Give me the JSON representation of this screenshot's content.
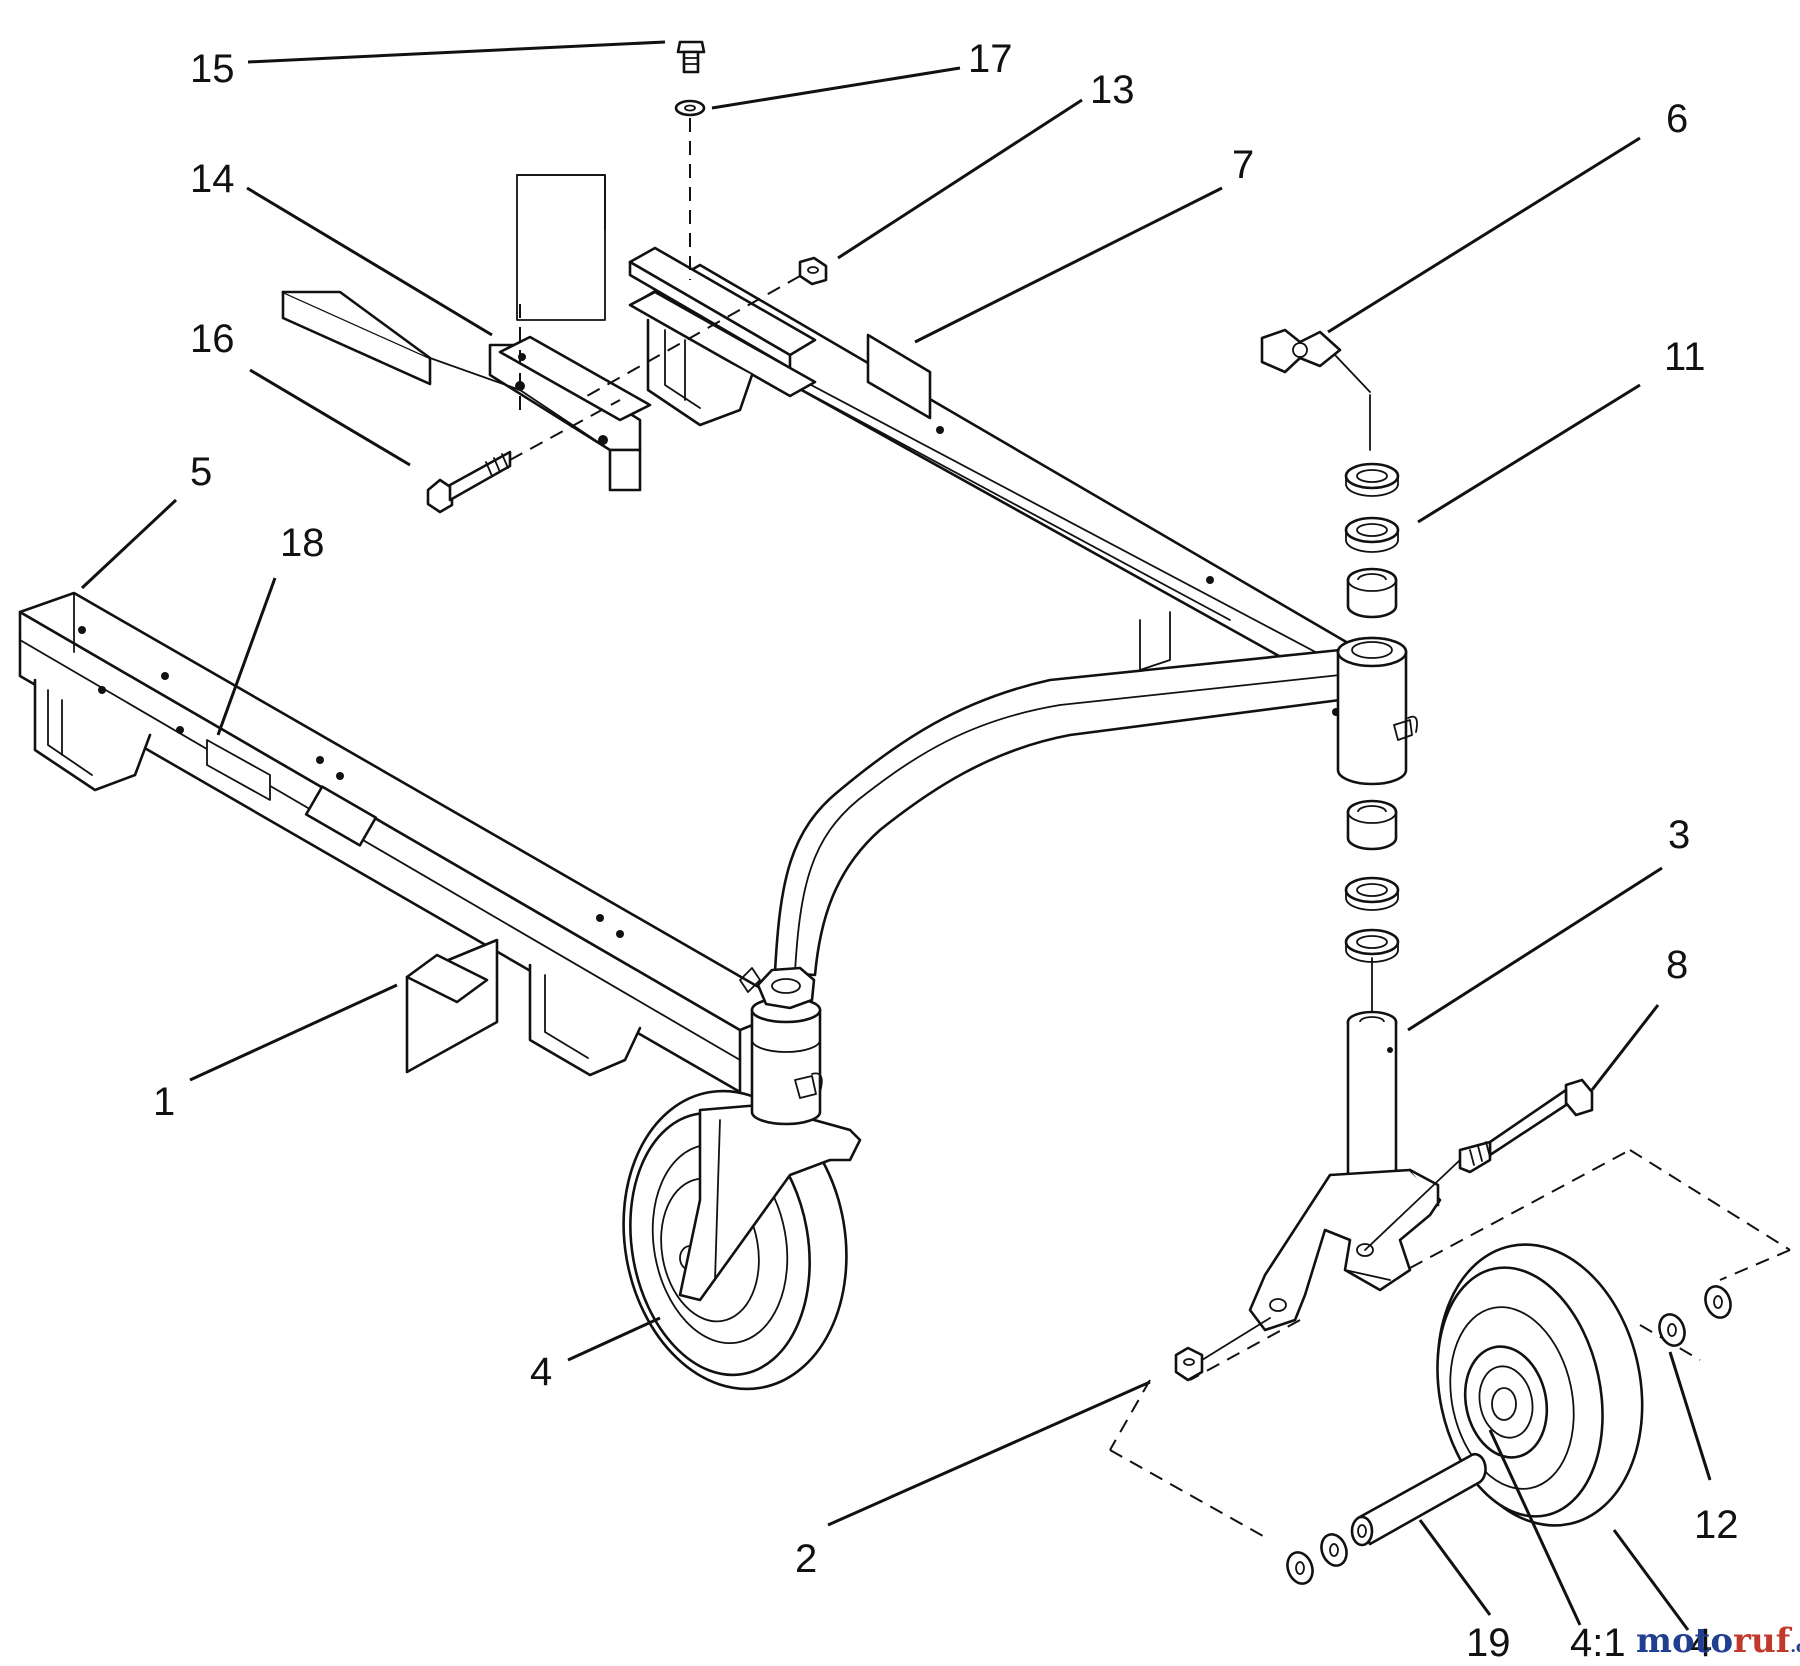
{
  "callouts": {
    "c1": "1",
    "c2": "2",
    "c3": "3",
    "c4a": "4",
    "c4b": "4",
    "c4_1": "4:1",
    "c5": "5",
    "c6": "6",
    "c7": "7",
    "c8": "8",
    "c11": "11",
    "c12": "12",
    "c13": "13",
    "c14": "14",
    "c15": "15",
    "c16": "16",
    "c17": "17",
    "c18": "18",
    "c19": "19"
  },
  "watermark": {
    "part1": "moto",
    "part2": "ruf",
    "suffix": ".de"
  },
  "colors": {
    "ink": "#111111",
    "background": "#ffffff",
    "watermark_blue": "#1f3f8f",
    "watermark_red": "#c0392b"
  }
}
